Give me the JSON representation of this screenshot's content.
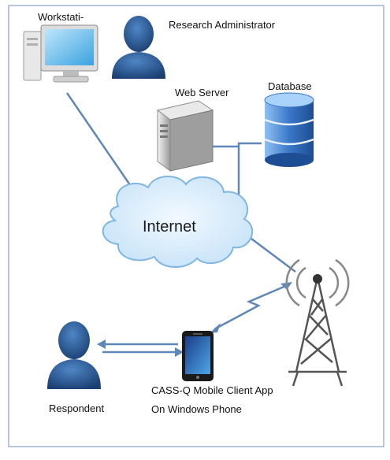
{
  "labels": {
    "workstation": "Workstati-",
    "research_admin": "Research Administrator",
    "web_server": "Web Server",
    "database": "Database",
    "internet": "Internet",
    "respondent": "Respondent",
    "app_line1": "CASS-Q Mobile Client App",
    "app_line2": "On Windows Phone"
  },
  "icons": [
    "workstation-icon",
    "admin-person-icon",
    "web-server-icon",
    "database-icon",
    "internet-cloud-icon",
    "respondent-person-icon",
    "mobile-phone-icon",
    "cell-tower-icon"
  ],
  "colors": {
    "frame": "#8aa0c8",
    "link": "#5f88b8",
    "person": "#1f4f8c",
    "cloud": "#d6ebfa",
    "cloud_stroke": "#7fb6e2",
    "database": "#3a78c8"
  }
}
